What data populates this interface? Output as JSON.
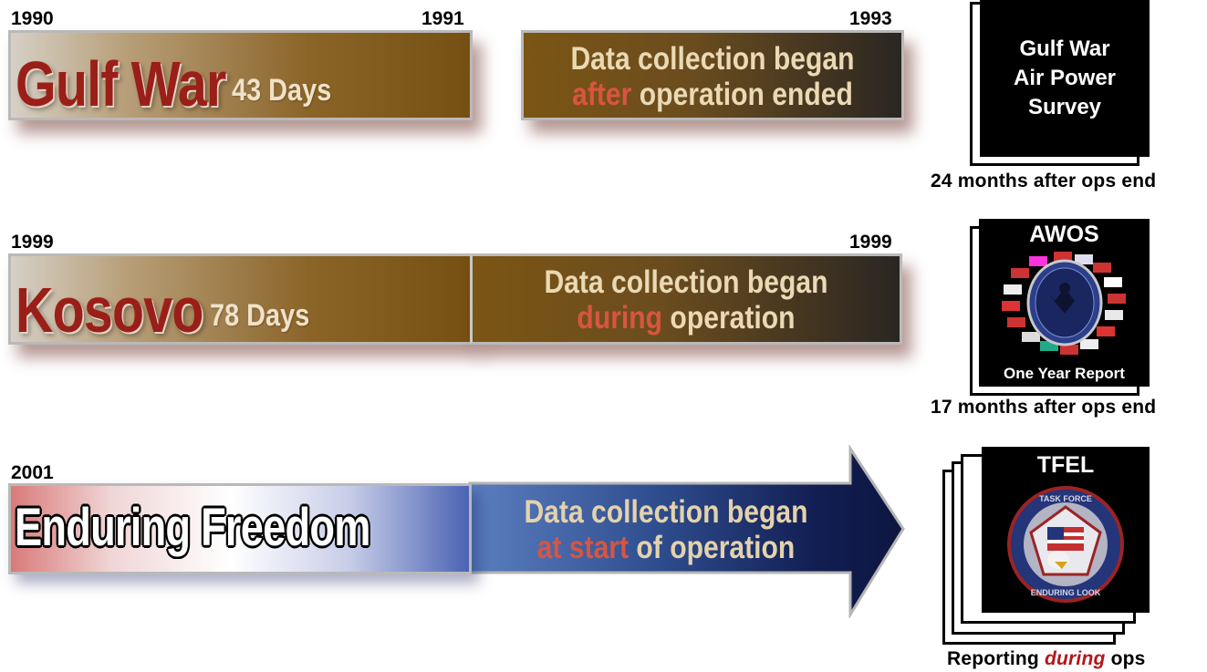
{
  "rows": {
    "gulf_war": {
      "year_start": "1990",
      "year_mid": "1991",
      "year_end": "1993",
      "name": "Gulf War",
      "days": "43 Days",
      "dc_line1": "Data collection began",
      "dc_highlight": "after",
      "dc_rest": " operation ended"
    },
    "kosovo": {
      "year_start": "1999",
      "year_end": "1999",
      "name": "Kosovo",
      "days": "78 Days",
      "dc_line1": "Data collection began",
      "dc_highlight": "during",
      "dc_rest": " operation"
    },
    "enduring_freedom": {
      "year_start": "2001",
      "name": "Enduring Freedom",
      "dc_line1": "Data collection began",
      "dc_highlight": "at start",
      "dc_rest": " of operation"
    }
  },
  "reports": {
    "gulf_war": {
      "title_lines": [
        "Gulf War",
        "Air Power",
        "Survey"
      ],
      "caption": "24 months after ops end"
    },
    "awos": {
      "title": "AWOS",
      "subtitle": "One Year Report",
      "caption": "17 months after ops end"
    },
    "tfel": {
      "title": "TFEL",
      "emblem_text_top": "TASK FORCE",
      "emblem_text_bottom": "ENDURING LOOK",
      "caption_pre": "Reporting ",
      "caption_highlight": "during",
      "caption_post": " ops"
    }
  },
  "colors": {
    "highlight": "#d8553f",
    "caption_highlight": "#b4161a",
    "war_name": "#9a1f18",
    "arrow_dark": "#0d1640"
  }
}
